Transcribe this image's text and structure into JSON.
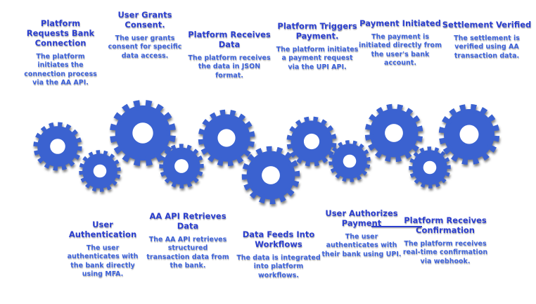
{
  "colors": {
    "gear": "#3B62D0",
    "heading": "#2B3FD0",
    "body_text": "#3E63DB"
  },
  "top_steps": [
    {
      "title": "Platform Requests Bank Connection",
      "description": "The platform initiates the connection process via the AA API."
    },
    {
      "title": "User Grants Consent.",
      "description": "The user grants consent for specific data access."
    },
    {
      "title": "Platform Receives Data",
      "description": "The platform receives the data in JSON format."
    },
    {
      "title": "Platform Triggers Payment.",
      "description": "The platform initiates a payment request via the UPI API."
    },
    {
      "title": "Payment Initiated",
      "description": "The payment is initiated directly from the user's bank account."
    },
    {
      "title": "Settlement Verified",
      "description": "The settlement is verified using AA transaction data."
    }
  ],
  "bottom_steps": [
    {
      "title": "User Authentication",
      "description": "The user authenticates with the bank directly using MFA."
    },
    {
      "title": "AA API Retrieves Data",
      "description": "The AA API retrieves structured transaction data from the bank."
    },
    {
      "title": "Data Feeds Into Workflows",
      "description": "The data is integrated into platform workflows."
    },
    {
      "title": "User Authorizes Payment",
      "description": "The user authenticates with their bank using UPI."
    },
    {
      "title": "Platform Receives Confirmation",
      "description": "The platform receives real-time confirmation via webhook."
    }
  ],
  "icons": {
    "gear": "gear-icon"
  }
}
